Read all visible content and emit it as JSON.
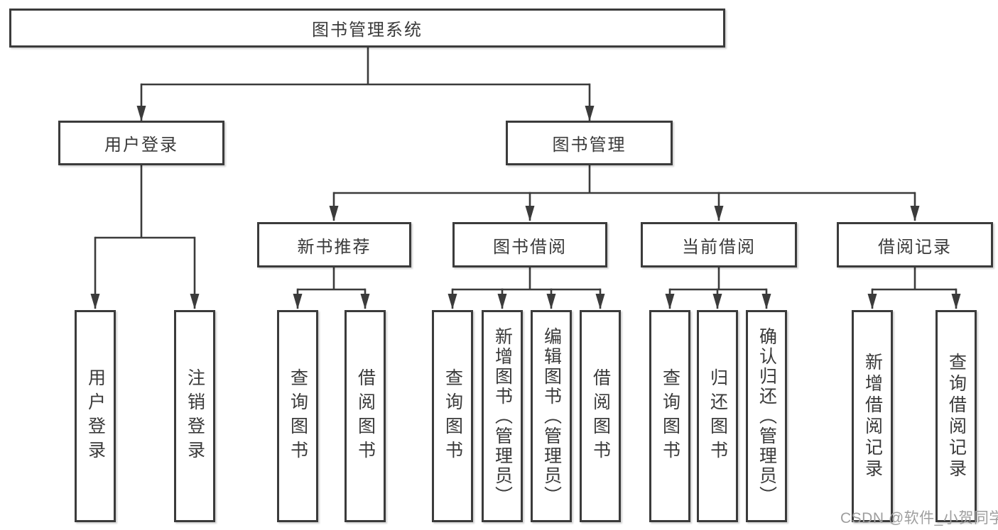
{
  "diagram": {
    "watermark": "CSDN @软件_小贺同学",
    "colors": {
      "line": "#3b3b3b",
      "text": "#3a3a3a",
      "background": "#ffffff",
      "watermark": "#9e9e9e"
    },
    "nodes": [
      {
        "id": "root",
        "label": "图书管理系统",
        "level": 1,
        "parent": null
      },
      {
        "id": "user-login",
        "label": "用户登录",
        "level": 2,
        "parent": "root"
      },
      {
        "id": "book-management",
        "label": "图书管理",
        "level": 2,
        "parent": "root"
      },
      {
        "id": "new-book-recommend",
        "label": "新书推荐",
        "level": 3,
        "parent": "book-management"
      },
      {
        "id": "book-borrow",
        "label": "图书借阅",
        "level": 3,
        "parent": "book-management"
      },
      {
        "id": "current-borrow",
        "label": "当前借阅",
        "level": 3,
        "parent": "book-management"
      },
      {
        "id": "borrow-records",
        "label": "借阅记录",
        "level": 3,
        "parent": "book-management"
      },
      {
        "id": "user-login-leaf",
        "label": "用户登录",
        "level": 4,
        "parent": "user-login"
      },
      {
        "id": "logout-leaf",
        "label": "注销登录",
        "level": 4,
        "parent": "user-login"
      },
      {
        "id": "query-books-1",
        "label": "查询图书",
        "level": 4,
        "parent": "new-book-recommend"
      },
      {
        "id": "borrow-books-1",
        "label": "借阅图书",
        "level": 4,
        "parent": "new-book-recommend"
      },
      {
        "id": "query-books-2",
        "label": "查询图书",
        "level": 4,
        "parent": "book-borrow"
      },
      {
        "id": "add-books-admin",
        "label": "新增图书（管理员）",
        "level": 4,
        "parent": "book-borrow"
      },
      {
        "id": "edit-books-admin",
        "label": "编辑图书（管理员）",
        "level": 4,
        "parent": "book-borrow"
      },
      {
        "id": "borrow-books-2",
        "label": "借阅图书",
        "level": 4,
        "parent": "book-borrow"
      },
      {
        "id": "query-books-3",
        "label": "查询图书",
        "level": 4,
        "parent": "current-borrow"
      },
      {
        "id": "return-books",
        "label": "归还图书",
        "level": 4,
        "parent": "current-borrow"
      },
      {
        "id": "confirm-return-admin",
        "label": "确认归还（管理员）",
        "level": 4,
        "parent": "current-borrow"
      },
      {
        "id": "add-borrow-record",
        "label": "新增借阅记录",
        "level": 4,
        "parent": "borrow-records"
      },
      {
        "id": "query-borrow-record",
        "label": "查询借阅记录",
        "level": 4,
        "parent": "borrow-records"
      }
    ]
  }
}
